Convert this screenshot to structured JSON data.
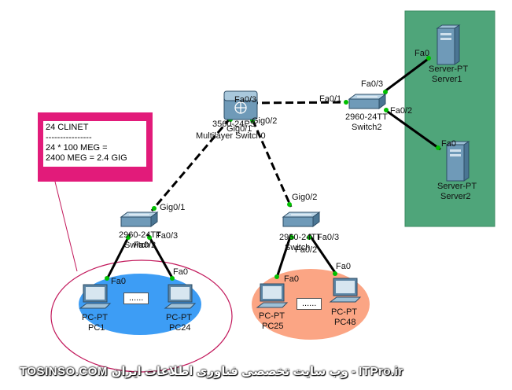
{
  "note": {
    "lines": [
      "24 CLINET",
      "----------------",
      "24 * 100 MEG =",
      "2400 MEG = 2.4 GIG"
    ]
  },
  "devices": {
    "multilayer_switch": {
      "model": "3560-24PS",
      "name": "Multilayer Switch0"
    },
    "switch2": {
      "model": "2960-24TT",
      "name": "Switch2"
    },
    "switch_left": {
      "model": "2960-24TT",
      "name": "Switch"
    },
    "switch_right": {
      "model": "2960-24TT",
      "name": "Switch"
    },
    "server1": {
      "type": "Server-PT",
      "name": "Server1"
    },
    "server2": {
      "type": "Server-PT",
      "name": "Server2"
    },
    "pc1": {
      "type": "PC-PT",
      "name": "PC1"
    },
    "pc24": {
      "type": "PC-PT",
      "name": "PC24"
    },
    "pc25": {
      "type": "PC-PT",
      "name": "PC25"
    },
    "pc48": {
      "type": "PC-PT",
      "name": "PC48"
    }
  },
  "ports": {
    "ml_fa03": "Fa0/3",
    "ml_gig01": "Gig0/1",
    "ml_gig02": "Gig0/2",
    "sw2_fa01": "Fa0/1",
    "sw2_fa03": "Fa0/3",
    "sw2_fa02": "Fa0/2",
    "server1_fa0": "Fa0",
    "server2_fa0": "Fa0",
    "swl_gig01": "Gig0/1",
    "swl_fa03": "Fa0/3",
    "swl_fa02": "Fa0/2",
    "swr_gig02": "Gig0/2",
    "swr_fa03": "Fa0/3",
    "swr_fa02": "Fa0/2",
    "pc1_fa0": "Fa0",
    "pc24_fa0": "Fa0",
    "pc25_fa0": "Fa0",
    "pc48_fa0": "Fa0"
  },
  "ellipsis": "......",
  "footer": "TOSINSO.COM وب سایت تخصصی فناوری اطلاعات ایران - ITPro.ir",
  "colors": {
    "server_zone": "#4fa57a",
    "left_lan": "#3d9df5",
    "right_lan": "#fba584",
    "note_border": "#e21b7a",
    "link_green": "#00c000"
  }
}
